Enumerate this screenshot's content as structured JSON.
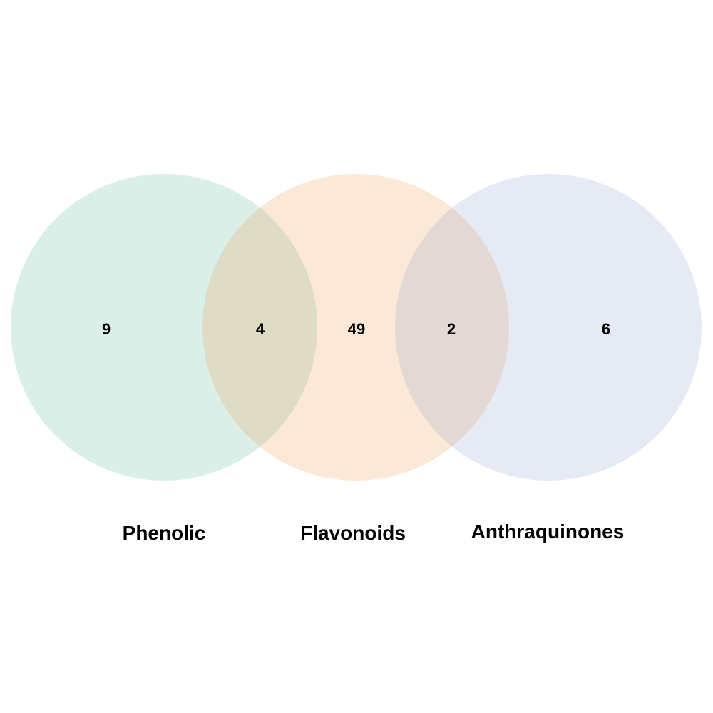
{
  "diagram": {
    "type": "venn",
    "sets": [
      {
        "name": "Phenolic",
        "color": "#1b9e77"
      },
      {
        "name": "Flavonoids",
        "color": "#f4a261"
      },
      {
        "name": "Anthraquinones",
        "color": "#8da0cb"
      }
    ],
    "regions": [
      {
        "sets": [
          "Phenolic"
        ],
        "count": "9"
      },
      {
        "sets": [
          "Phenolic",
          "Flavonoids"
        ],
        "count": "4"
      },
      {
        "sets": [
          "Flavonoids"
        ],
        "count": "49"
      },
      {
        "sets": [
          "Flavonoids",
          "Anthraquinones"
        ],
        "count": "2"
      },
      {
        "sets": [
          "Anthraquinones"
        ],
        "count": "6"
      }
    ]
  }
}
